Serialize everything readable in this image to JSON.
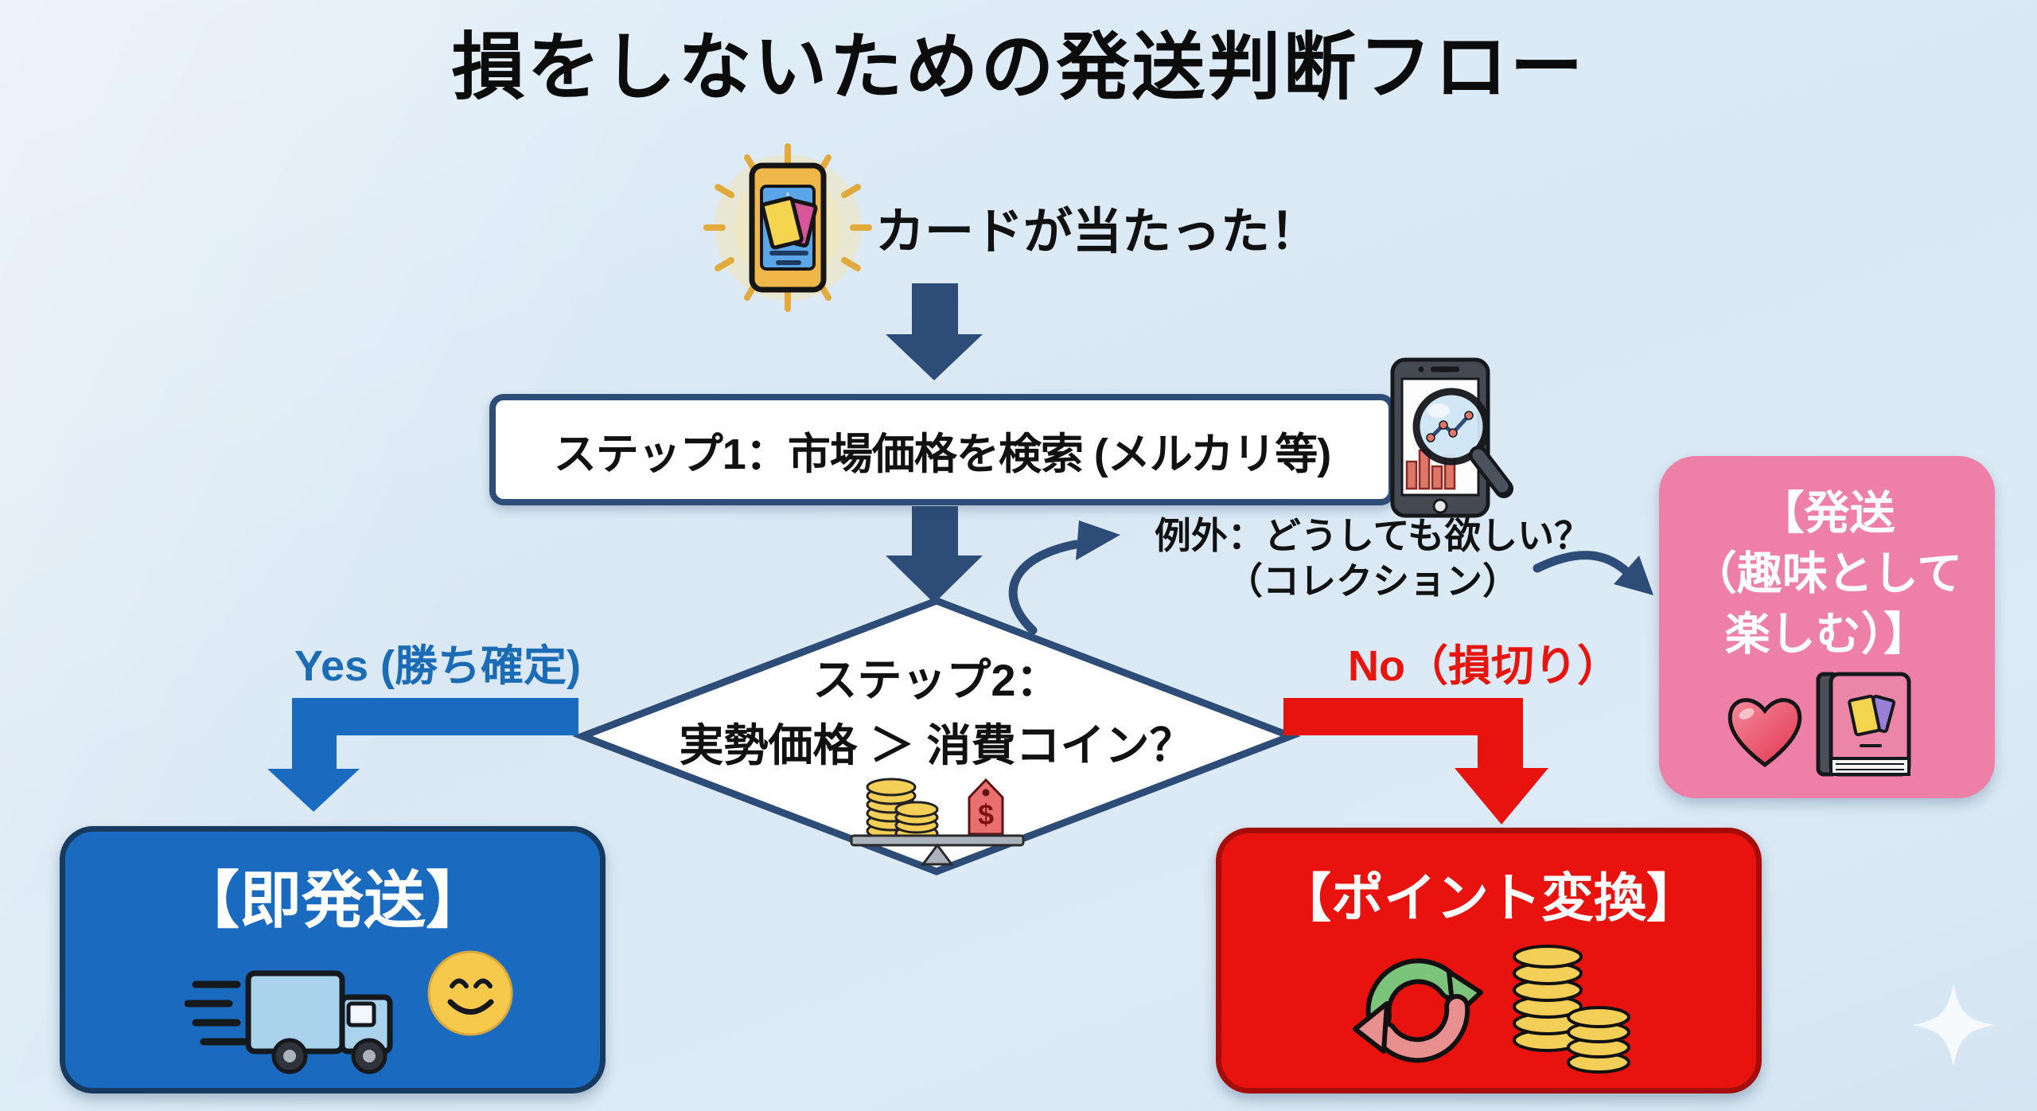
{
  "title": "損をしないための発送判断フロー",
  "colors": {
    "background": "#dcebf6",
    "navy_arrow": "#2d4d78",
    "blue_accent": "#1a6bbf",
    "red_accent": "#e8130e",
    "pink_box": "#ee7fa6",
    "coin_gold": "#f3cf57",
    "text_black": "#111111",
    "text_white": "#ffffff"
  },
  "start": {
    "icon": "prize-card-icon",
    "label": "カードが当たった！"
  },
  "step1": {
    "label": "ステップ1：市場価格を検索 (メルカリ等)",
    "icon": "phone-market-search-icon"
  },
  "exception": {
    "line1": "例外：どうしても欲しい？",
    "line2": "（コレクション）"
  },
  "step2": {
    "line1": "ステップ2：",
    "line2": "実勢価格 ＞ 消費コイン？",
    "icon": "balance-scale-icon",
    "tag_symbol": "$"
  },
  "branches": {
    "yes": {
      "label": "Yes (勝ち確定)",
      "color": "#1b6cb5"
    },
    "no": {
      "label": "No（損切り）",
      "color": "#e8140e"
    }
  },
  "boxes": {
    "ship": {
      "label": "【即発送】",
      "fill": "#1a6bbf",
      "icons": [
        "delivery-truck-icon",
        "smiley-face-icon"
      ]
    },
    "points": {
      "label": "【ポイント変換】",
      "fill": "#e8130e",
      "icons": [
        "convert-arrows-icon",
        "coin-stacks-icon"
      ]
    },
    "hobby": {
      "line1": "【発送",
      "line2": "（趣味として",
      "line3": "楽しむ）】",
      "fill": "#ee7fa6",
      "icons": [
        "heart-icon",
        "card-binder-icon"
      ]
    }
  },
  "decoration": {
    "sparkle": "sparkle-icon"
  }
}
